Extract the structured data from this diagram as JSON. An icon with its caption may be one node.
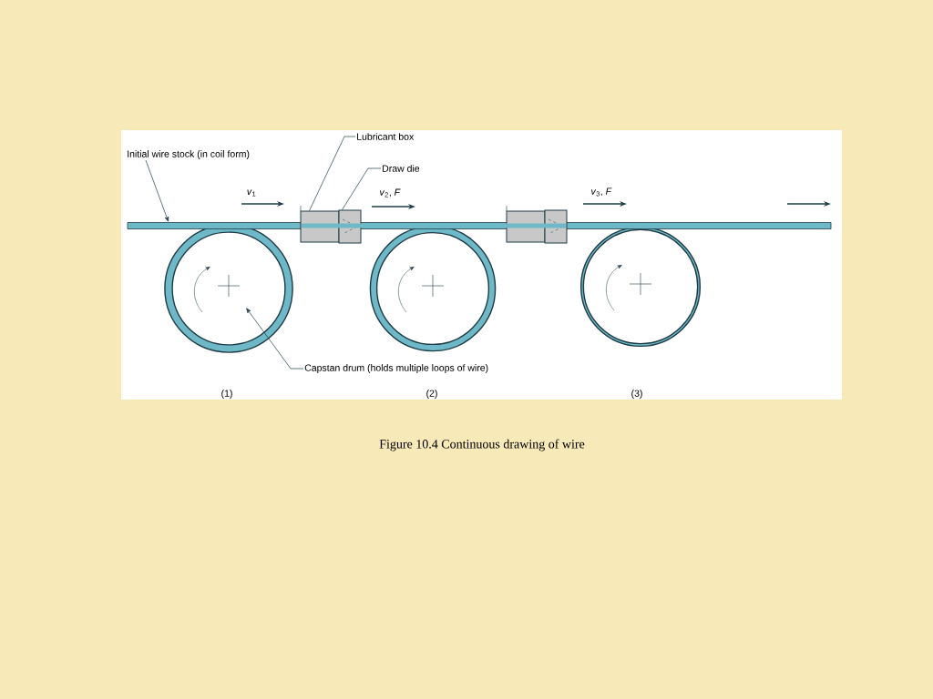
{
  "diagram": {
    "caption": "Figure 10.4 Continuous drawing of wire",
    "nodes": [
      {
        "text": [
          "Initial wire stock (in coil form)"
        ]
      },
      {
        "text": [],
        "shape": "bar"
      },
      {
        "text": [
          "Lubricant box"
        ]
      },
      {
        "text": [],
        "shape": "box"
      },
      {
        "text": [
          "Draw die"
        ]
      },
      {
        "text": [],
        "shape": "box"
      },
      {
        "text": [],
        "shape": "box"
      },
      {
        "text": [],
        "shape": "box"
      },
      {
        "text": [
          "Capstan drum (holds multiple loops of wire)"
        ]
      },
      {
        "text": [],
        "shape": "circle"
      },
      {
        "text": [],
        "shape": "circle"
      },
      {
        "text": [],
        "shape": "circle"
      }
    ],
    "edges": [
      {
        "from": 0,
        "to": 1,
        "arrow": "to"
      },
      {
        "from": 2,
        "to": 3,
        "arrow": "none"
      },
      {
        "from": 4,
        "to": 5,
        "arrow": "none"
      },
      {
        "from": 8,
        "to": 9,
        "arrow": "to"
      }
    ],
    "labels": [
      "*v*$_{1}$",
      "*v*$_{2}$, *F*",
      "*v*$_{3}$, *F*",
      "(1)",
      "(2)",
      "(3)"
    ]
  }
}
